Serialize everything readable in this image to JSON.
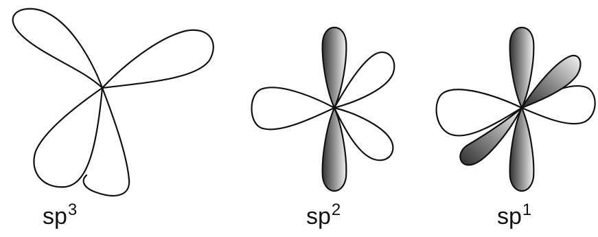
{
  "orbitals": [
    {
      "id": "sp3",
      "base": "sp",
      "superscript": "3"
    },
    {
      "id": "sp2",
      "base": "sp",
      "superscript": "2"
    },
    {
      "id": "sp1",
      "base": "sp",
      "superscript": "1"
    }
  ],
  "colors": {
    "outline": "#111111",
    "shade_dark": "#3a3a3a",
    "shade_light": "#f4f4f4",
    "background": "#ffffff"
  }
}
